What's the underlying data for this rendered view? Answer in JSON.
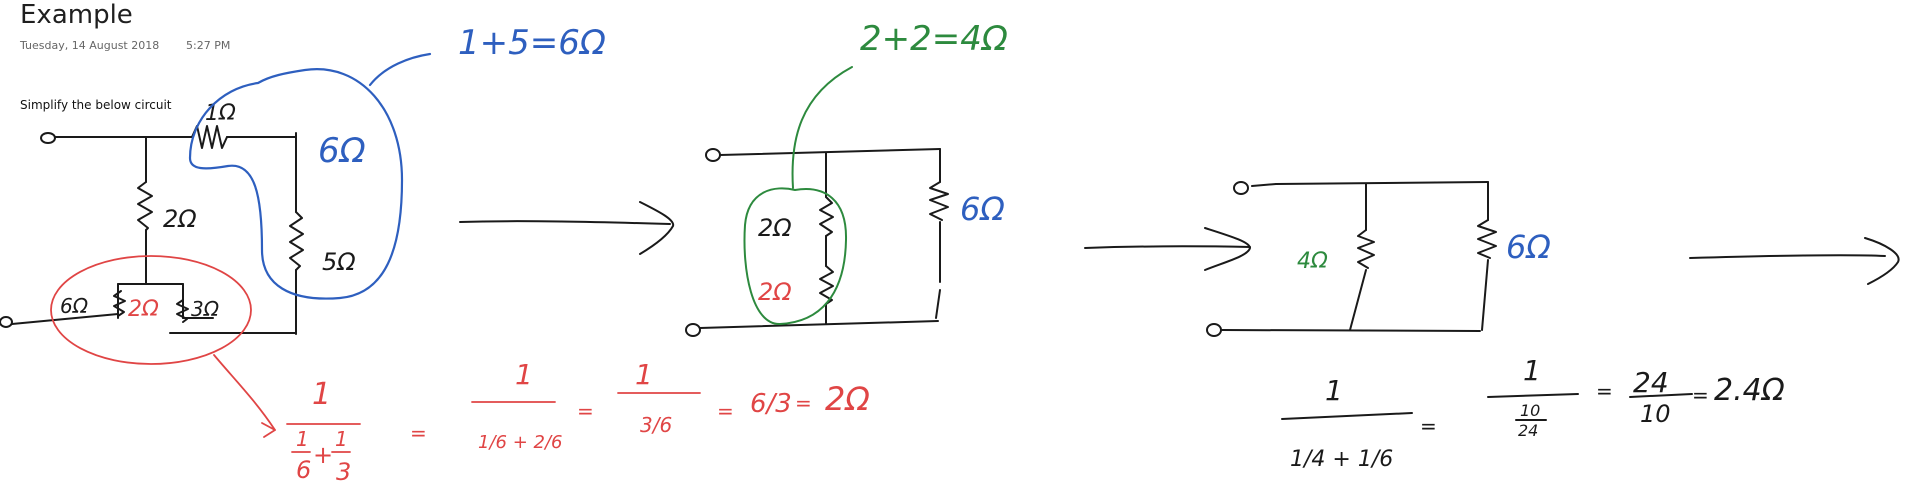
{
  "page": {
    "title": "Example",
    "date": "Tuesday, 14 August 2018",
    "time": "5:27 PM",
    "body_text": "Simplify the below circuit"
  },
  "colors": {
    "ink": "#1a1a1a",
    "blue": "#2e5fbf",
    "red": "#e04545",
    "green": "#2d8a3e"
  },
  "ink_labels": {
    "c1_r1": "1Ω",
    "c1_r2": "2Ω",
    "c1_r5": "5Ω",
    "c1_r6": "6Ω",
    "c1_r2b": "2Ω",
    "c1_r3": "3Ω",
    "c1_blue_sum": "1+5=6Ω",
    "c1_blue_6": "6Ω",
    "c2_green_sum": "2+2=4Ω",
    "c2_r2_top": "2Ω",
    "c2_r2_bottom": "2Ω",
    "c2_r6": "6Ω",
    "c3_r4": "4Ω",
    "c3_r6": "6Ω",
    "red_f1_num": "1",
    "red_f1_den_a": "1",
    "red_f1_den_a_den": "6",
    "red_f1_plus": "+",
    "red_f1_den_b": "1",
    "red_f1_den_b_den": "3",
    "red_eq": "=",
    "red_f2_num": "1",
    "red_f2_den": "1/6 + 2/6",
    "red_f3_num": "1",
    "red_f3_den": "3/6",
    "red_f4": "6/3",
    "red_result": "2Ω",
    "blk_f1_num": "1",
    "blk_f1_den": "1/4 + 1/6",
    "blk_f2_num": "1",
    "blk_f2_den_n": "10",
    "blk_f2_den_d": "24",
    "blk_f3_n": "24",
    "blk_f3_d": "10",
    "blk_result": "2.4Ω"
  }
}
